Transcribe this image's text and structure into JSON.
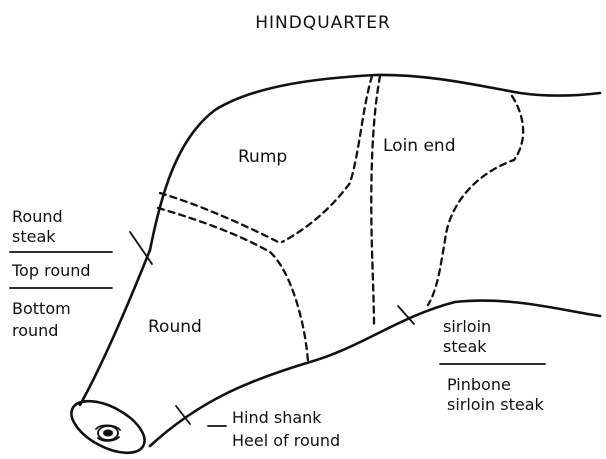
{
  "title": "HINDQUARTER",
  "regions": {
    "rump": "Rump",
    "loin_end": "Loin end",
    "round": "Round"
  },
  "left_labels": {
    "round_steak_line1": "Round",
    "round_steak_line2": "steak",
    "top_round": "Top round",
    "bottom_round_line1": "Bottom",
    "bottom_round_line2": "round"
  },
  "right_labels": {
    "sirloin_steak_line1": "sirloin",
    "sirloin_steak_line2": "steak",
    "pinbone_line1": "Pinbone",
    "pinbone_line2": "sirloin steak"
  },
  "bottom_labels": {
    "hind_shank": "Hind shank",
    "heel_of_round": "Heel of round"
  }
}
